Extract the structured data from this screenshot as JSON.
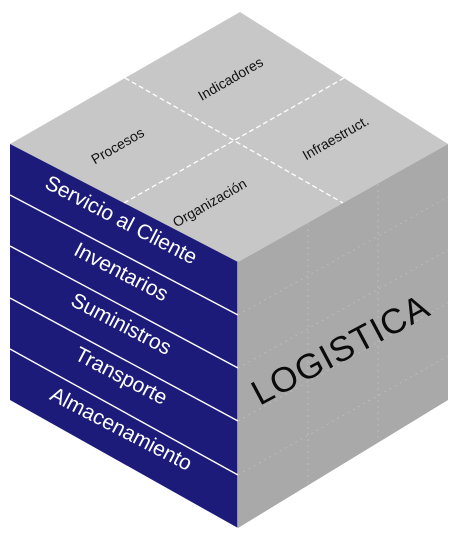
{
  "colors": {
    "top_face": "#c7c7c7",
    "left_face": "#1c1b7a",
    "right_face": "#a9a9a9",
    "dividers": "#ffffff"
  },
  "top_face": {
    "labels": [
      "Procesos",
      "Indicadores",
      "Organización",
      "Infraestruct."
    ]
  },
  "left_face": {
    "labels": [
      "Servicio al Cliente",
      "Inventarios",
      "Suministros",
      "Transporte",
      "Almacenamiento"
    ]
  },
  "right_face": {
    "title": "LOGISTICA"
  }
}
